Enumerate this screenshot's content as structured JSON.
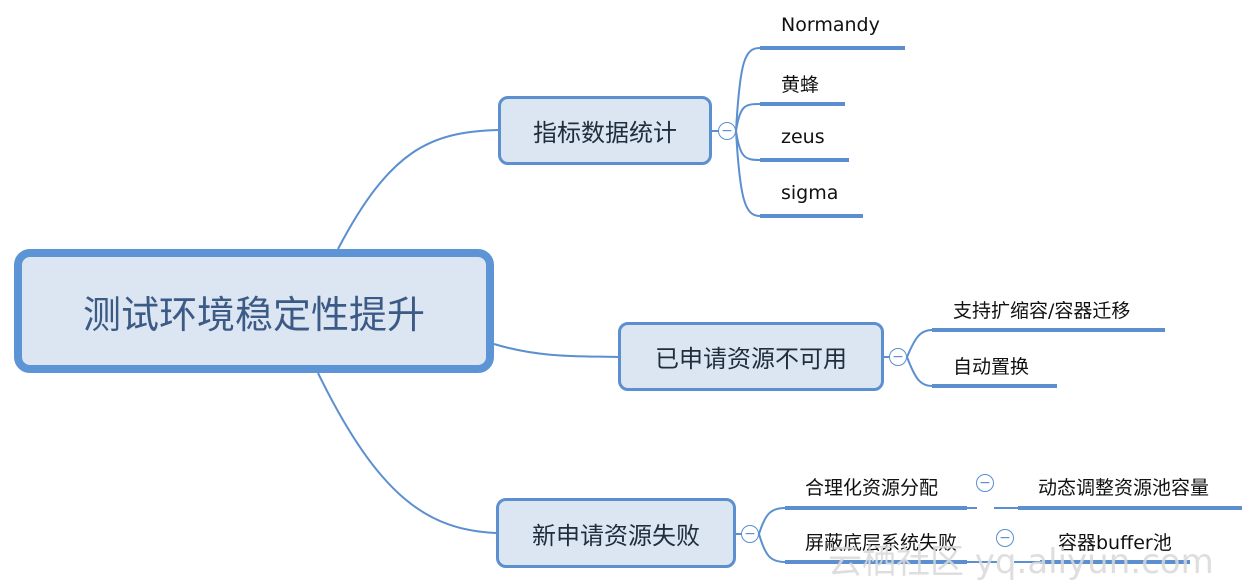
{
  "root": {
    "label": "测试环境稳定性提升"
  },
  "branches": [
    {
      "label": "指标数据统计",
      "collapse_icon": "minus-circle-icon",
      "children": [
        "Normandy",
        "黄蜂",
        "zeus",
        "sigma"
      ]
    },
    {
      "label": "已申请资源不可用",
      "collapse_icon": "minus-circle-icon",
      "children": [
        "支持扩缩容/容器迁移",
        "自动置换"
      ]
    },
    {
      "label": "新申请资源失败",
      "collapse_icon": "minus-circle-icon",
      "children": [
        {
          "label": "合理化资源分配",
          "child": "动态调整资源池容量"
        },
        {
          "label": "屏蔽底层系统失败",
          "child": "容器buffer池"
        }
      ]
    }
  ],
  "watermark": "云栖社区 yq.aliyun.com",
  "colors": {
    "node_fill": "#dce6f2",
    "node_border": "#5b8fd0",
    "connector": "#5b8fd0"
  }
}
